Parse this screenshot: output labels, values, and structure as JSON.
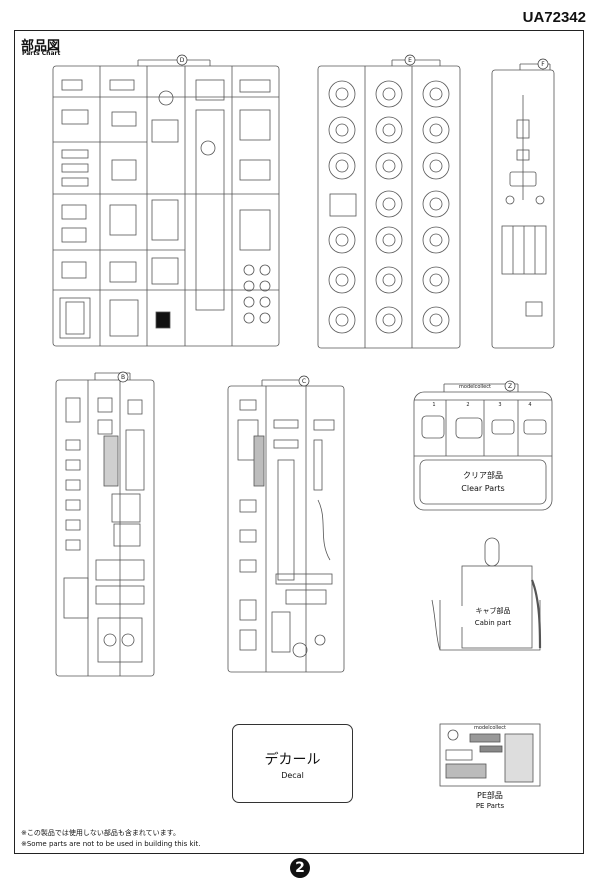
{
  "header": {
    "code": "UA72342"
  },
  "title": {
    "jp": "部品図",
    "en": "Parts Chart"
  },
  "sprue_letters": {
    "d": "D",
    "e": "E",
    "f": "F",
    "b": "B",
    "c": "C",
    "z": "Z"
  },
  "clear_parts": {
    "brand": "modelcollect",
    "numbers": [
      "1",
      "2",
      "3",
      "4"
    ],
    "jp": "クリア部品",
    "en": "Clear Parts"
  },
  "cabin": {
    "jp": "キャブ部品",
    "en": "Cabin part"
  },
  "decal": {
    "jp": "デカール",
    "en": "Decal"
  },
  "pe": {
    "brand": "modelcollect",
    "jp": "PE部品",
    "en": "PE Parts"
  },
  "notes": {
    "jp": "※この製品では使用しない部品も含まれています。",
    "en": "※Some parts are not to be used in building this kit."
  },
  "page_number": "2"
}
